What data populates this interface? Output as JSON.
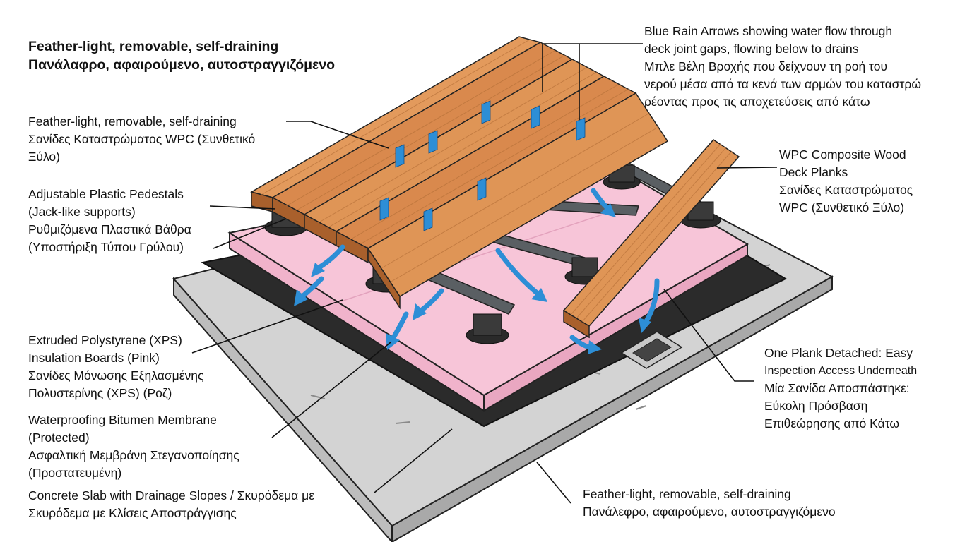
{
  "title": {
    "line1": "Feather-light, removable, self-draining",
    "line2": "Πανάλαφρο, αφαιρούμενο, αυτοστραγγιζόμενο"
  },
  "labels": {
    "deck_planks_left": {
      "line1": "Feather-light, removable,  self-draining",
      "line2": "Σανίδες Καταστρώματος WPC (Συνθετικό",
      "line3": "Ξύλο)"
    },
    "pedestals": {
      "line1": "Adjustable Plastic Pedestals",
      "line2": "(Jack-like supports)",
      "line3": "Ρυθμιζόμενα Πλαστικά Βάθρα",
      "line4": "(Υποστήριξη Τύπου Γρύλου)"
    },
    "xps": {
      "line1": "Extruded Polystyrene (XPS)",
      "line2": "Insulation Boards (Pink)",
      "line3": "Σανίδες Μόνωσης Εξηλασμένης",
      "line4": "Πολυστερίνης (XPS) (Ροζ)"
    },
    "membrane": {
      "line1": "Waterproofing Bitumen Membrane",
      "line2": "(Protected)",
      "line3": "Ασφαλτική Μεμβράνη Στεγανοποίησης",
      "line4": "(Προστατευμένη)"
    },
    "concrete": {
      "line1": "Concrete Slab with Drainage Slopes / Σκυρόδεμα με",
      "line2": "Σκυρόδεμα με Κλίσεις Αποστράγγισης"
    },
    "rain_arrows": {
      "line1": "Blue Rain Arrows showing water flow through",
      "line2": "deck joint gaps, flowing below to drains",
      "line3": "Μπλε Βέλη Βροχής που δείχνουν τη ροή του",
      "line4": "νερού μέσα από τα κενά των αρμών του καταστρώ",
      "line5": "ρέοντας προς τις αποχετεύσεις από κάτω"
    },
    "wpc_right": {
      "line1": "WPC Composite Wood",
      "line2": "Deck Planks",
      "line3": "Σανίδες Καταστρώματος",
      "line4": "WPC (Συνθετικό Ξύλο)"
    },
    "detached": {
      "line1": "One Plank Detached: Easy",
      "line2": "Inspection Access Underneath",
      "line3": "Μία Σανίδα Αποσπάστηκε:",
      "line4": "Εύκολη Πρόσβαση",
      "line5": "Επιθεώρησης από Κάτω"
    },
    "bottom": {
      "line1": "Feather-light, removable, self-draining",
      "line2": "Πανάλεφρο, αφαιρούμενο, αυτοστραγγιζόμενο"
    }
  },
  "colors": {
    "wood": "#d9894d",
    "wood_dark": "#a9602c",
    "xps_pink": "#f7c5d8",
    "membrane": "#2b2b2b",
    "concrete": "#d2d2d2",
    "pedestal": "#2a2a2a",
    "rail": "#5a5f63",
    "rain_blue": "#2d8ed6"
  }
}
